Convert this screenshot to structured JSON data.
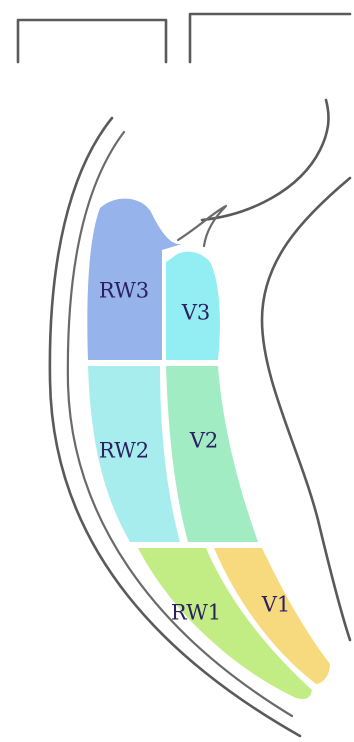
{
  "regions": [
    {
      "id": "RW3",
      "label": "RW3",
      "color": "#97b3ec"
    },
    {
      "id": "V3",
      "label": "V3",
      "color": "#92eef2"
    },
    {
      "id": "RW2",
      "label": "RW2",
      "color": "#a8edee"
    },
    {
      "id": "V2",
      "label": "V2",
      "color": "#a2ecc4"
    },
    {
      "id": "RW1",
      "label": "RW1",
      "color": "#c2ed85"
    },
    {
      "id": "V1",
      "label": "V1",
      "color": "#f8da7e"
    }
  ],
  "colors": {
    "outline": "#5a5a5a",
    "label": "#2b2060",
    "background": "#ffffff"
  }
}
